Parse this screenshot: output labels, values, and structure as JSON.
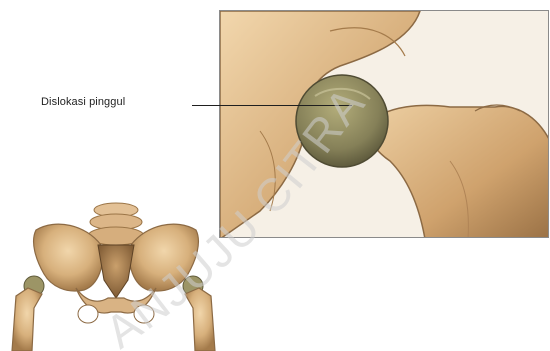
{
  "figure": {
    "label": "Dislokasi pinggul",
    "watermark_text": "ANJUJU CITRA"
  },
  "colors": {
    "bone_light": "#e8c89a",
    "bone_mid": "#c9a06e",
    "bone_dark": "#8c6a44",
    "femoral_head": "#8d8a60",
    "frame_border": "#8a8a8a",
    "label_text": "#1f1f1f",
    "watermark": "#cfcfcf"
  },
  "icons": [
    "pelvis-illustration",
    "hip-joint-closeup-illustration"
  ]
}
